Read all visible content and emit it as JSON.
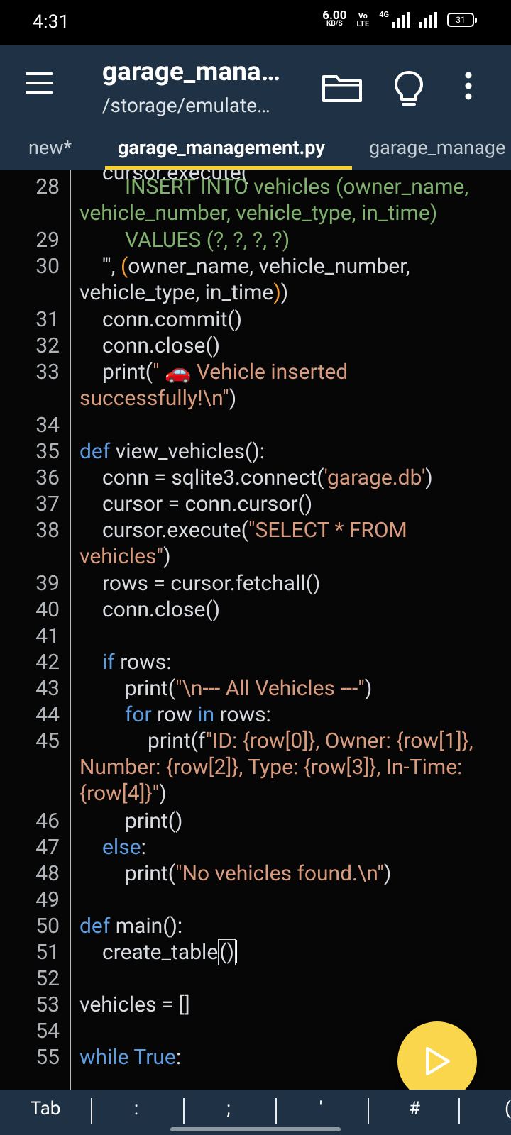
{
  "status_bar": {
    "time": "4:31",
    "net_speed": "6.00",
    "net_unit": "KB/S",
    "volte_top": "Vo",
    "volte_bottom": "LTE",
    "network": "4G",
    "battery": "31"
  },
  "app_bar": {
    "title": "garage_mana…",
    "subtitle": "/storage/emulate…",
    "icons": [
      "menu-icon",
      "folder-icon",
      "lightbulb-icon",
      "more-vert-icon"
    ]
  },
  "tabs": [
    {
      "label": "new*"
    },
    {
      "label": "garage_management.py",
      "active": true
    },
    {
      "label": "garage_manage"
    }
  ],
  "editor": {
    "partial_line": "cursor.execute('''",
    "line_numbers": {
      "l28": "28",
      "l29": "29",
      "l30": "30",
      "l31": "31",
      "l32": "32",
      "l33": "33",
      "l34": "34",
      "l35": "35",
      "l36": "36",
      "l37": "37",
      "l38": "38",
      "l39": "39",
      "l40": "40",
      "l41": "41",
      "l42": "42",
      "l43": "43",
      "l44": "44",
      "l45": "45",
      "l46": "46",
      "l47": "47",
      "l48": "48",
      "l49": "49",
      "l50": "50",
      "l51": "51",
      "l52": "52",
      "l53": "53",
      "l54": "54",
      "l55": "55"
    },
    "code": {
      "l28_a": "INSERT INTO vehicles (owner_name,",
      "l28_b": "vehicle_number, vehicle_type, in_time)",
      "l29": "VALUES (?, ?, ?, ?)",
      "l30_quote": "'''",
      "l30_comma": ",",
      "l30_open": "(",
      "l30_rest": "owner_name, vehicle_number,",
      "l30_b": "vehicle_type, in_time",
      "l30_close": ")",
      "l30_close2": ")",
      "l31": "conn.commit()",
      "l32": "conn.close()",
      "l33_print": "print(",
      "l33_str_a": "\" 🚗 Vehicle inserted",
      "l33_str_b": "successfully!\\n\"",
      "l33_end": ")",
      "l35_def": "def",
      "l35_rest": "view_vehicles():",
      "l36_a": "conn = sqlite3.connect(",
      "l36_str": "'garage.db'",
      "l36_b": ")",
      "l37": "cursor = conn.cursor()",
      "l38_a": "cursor.execute(",
      "l38_str_a": "\"SELECT * FROM",
      "l38_str_b": "vehicles\"",
      "l38_b": ")",
      "l39": "rows = cursor.fetchall()",
      "l40": "conn.close()",
      "l42_kw": "if",
      "l42_rest": "rows:",
      "l43_a": "print(",
      "l43_str": "\"\\n--- All Vehicles ---\"",
      "l43_b": ")",
      "l44_for": "for",
      "l44_row": "row",
      "l44_in": "in",
      "l44_rest": "rows:",
      "l45_a": "print(f",
      "l45_str_a": "\"ID: {row[0]}, Owner: {row[1]},",
      "l45_str_b": "Number: {row[2]}, Type: {row[3]}, In-Time:",
      "l45_str_c": "{row[4]}\"",
      "l45_b": ")",
      "l46": "print()",
      "l47_kw": "else",
      "l47_colon": ":",
      "l48_a": "print(",
      "l48_str": "\"No vehicles found.\\n\"",
      "l48_b": ")",
      "l50_def": "def",
      "l50_rest": "main():",
      "l51_a": "create_table",
      "l51_paren": "()",
      "l53": "vehicles = []",
      "l55_kw": "while True",
      "l55_colon": ":"
    }
  },
  "symbol_bar": {
    "keys": [
      "Tab",
      ":",
      ";",
      "'",
      "#",
      "("
    ]
  }
}
